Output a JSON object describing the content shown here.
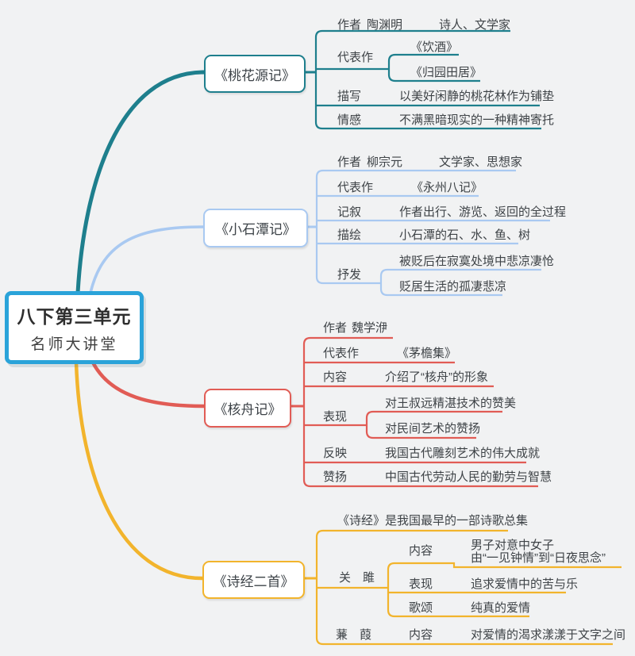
{
  "canvas": {
    "background": "#f1f2f3"
  },
  "colors": {
    "center_border": "#2aa3d9",
    "branch_teal": "#1e7f8d",
    "branch_light_blue": "#a9c9f1",
    "branch_red": "#e15c55",
    "branch_yellow": "#f2b42c"
  },
  "center": {
    "title": "八下第三单元",
    "subtitle": "名师大讲堂"
  },
  "branches": [
    {
      "title": "《桃花源记》",
      "color": "#1e7f8d",
      "author_label": "作者",
      "author_name": "陶渊明",
      "author_desc": "诗人、文学家",
      "works_label": "代表作",
      "work_1": "《饮酒》",
      "work_2": "《归园田居》",
      "describe_label": "描写",
      "describe_value": "以美好闲静的桃花林作为铺垫",
      "emotion_label": "情感",
      "emotion_value": "不满黑暗现实的一种精神寄托"
    },
    {
      "title": "《小石潭记》",
      "color": "#a9c9f1",
      "author_label": "作者",
      "author_name": "柳宗元",
      "author_desc": "文学家、思想家",
      "works_label": "代表作",
      "works_value": "《永州八记》",
      "narrate_label": "记叙",
      "narrate_value": "作者出行、游览、返回的全过程",
      "depict_label": "描绘",
      "depict_value": "小石潭的石、水、鱼、树",
      "express_label": "抒发",
      "express_value_1": "被贬后在寂寞处境中悲凉凄怆",
      "express_value_2": "贬居生活的孤凄悲凉"
    },
    {
      "title": "《核舟记》",
      "color": "#e15c55",
      "author_label": "作者",
      "author_name": "魏学洢",
      "works_label": "代表作",
      "works_value": "《茅檐集》",
      "content_label": "内容",
      "content_value": "介绍了“核舟”的形象",
      "show_label": "表现",
      "show_value_1": "对王叔远精湛技术的赞美",
      "show_value_2": "对民间艺术的赞扬",
      "reflect_label": "反映",
      "reflect_value": "我国古代雕刻艺术的伟大成就",
      "praise_label": "赞扬",
      "praise_value": "中国古代劳动人民的勤劳与智慧"
    },
    {
      "title": "《诗经二首》",
      "color": "#f2b42c",
      "intro": "《诗经》是我国最早的一部诗歌总集",
      "guanju_label": "关　雎",
      "guanju_content_label": "内容",
      "guanju_content_line1": "男子对意中女子",
      "guanju_content_line2": "由“一见钟情”到“日夜思念”",
      "guanju_show_label": "表现",
      "guanju_show_value": "追求爱情中的苦与乐",
      "guanju_praise_label": "歌颂",
      "guanju_praise_value": "纯真的爱情",
      "jianjia_label": "蒹　葭",
      "jianjia_content_label": "内容",
      "jianjia_content_value": "对爱情的渴求漾漾于文字之间"
    }
  ]
}
